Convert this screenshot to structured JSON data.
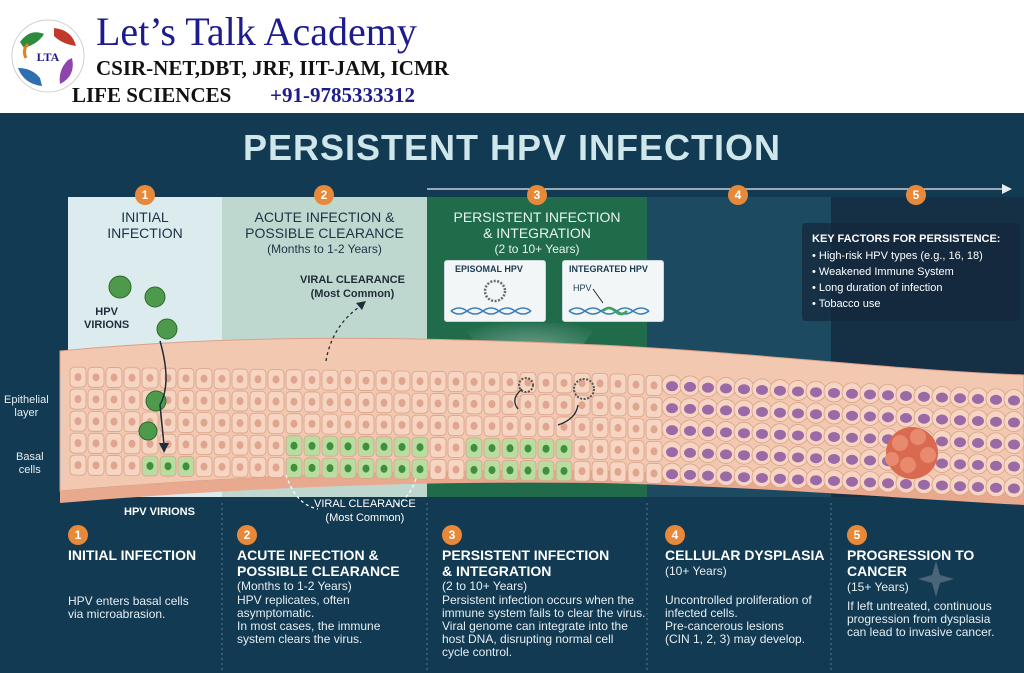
{
  "banner": {
    "academy": "Let’s Talk Academy",
    "exams": "CSIR-NET,DBT, JRF, IIT-JAM, ICMR",
    "life_sciences": "LIFE SCIENCES",
    "phone": "+91-9785333312",
    "logo_text": "LTA"
  },
  "title": "PERSISTENT HPV INFECTION",
  "steps": [
    {
      "num": "1",
      "top_title": "INITIAL\nINFECTION",
      "top_sub": "",
      "bottom_title": "INITIAL INFECTION",
      "bottom_sub": "",
      "bottom_text": "HPV enters basal cells\nvia microabrasion."
    },
    {
      "num": "2",
      "top_title": "ACUTE INFECTION &\nPOSSIBLE CLEARANCE",
      "top_sub": "(Months to 1-2 Years)",
      "bottom_title": "ACUTE INFECTION &\nPOSSIBLE CLEARANCE",
      "bottom_sub": "(Months to 1-2 Years)",
      "bottom_text": "HPV replicates, often\nasymptomatic.\nIn most cases, the immune\nsystem clears the virus."
    },
    {
      "num": "3",
      "top_title": "PERSISTENT INFECTION\n& INTEGRATION",
      "top_sub": "(2 to 10+ Years)",
      "bottom_title": "PERSISTENT INFECTION\n& INTEGRATION",
      "bottom_sub": "(2 to 10+ Years)",
      "bottom_text": "Persistent infection occurs when the\nimmune system fails to clear the virus.\nViral genome can integrate into the\nhost DNA, disrupting normal cell\ncycle control."
    },
    {
      "num": "4",
      "top_title": "",
      "top_sub": "",
      "bottom_title": "CELLULAR DYSPLASIA",
      "bottom_sub": "(10+ Years)",
      "bottom_text": "Uncontrolled proliferation of\ninfected cells.\nPre-cancerous lesions\n(CIN 1, 2, 3) may develop."
    },
    {
      "num": "5",
      "top_title": "",
      "top_sub": "",
      "bottom_title": "PROGRESSION TO\nCANCER",
      "bottom_sub": "(15+ Years)",
      "bottom_text": "If left untreated, continuous\nprogression from dysplasia\ncan lead to invasive cancer."
    }
  ],
  "key_factors": {
    "heading": "KEY FACTORS FOR PERSISTENCE:",
    "items": [
      "• High-risk HPV types (e.g., 16, 18)",
      "• Weakened Immune System",
      "• Long duration of infection",
      "• Tobacco use"
    ]
  },
  "labels": {
    "hpv_virions_top": "HPV\nVIRIONS",
    "hpv_virions_bottom": "HPV VIRIONS",
    "viral_clearance_top": "VIRAL CLEARANCE\n(Most Common)",
    "viral_clearance_bottom": "VIRAL CLEARANCE\n(Most Common)",
    "epithelial_layer": "Epithelial\nlayer",
    "basal_cells": "Basal\ncells",
    "episomal_hpv": "EPISOMAL HPV",
    "integrated_hpv": "INTEGRATED HPV",
    "hpv": "HPV"
  },
  "colors": {
    "background": "#123a52",
    "step_badge": "#e8893a",
    "tissue": "#f2c9b0",
    "infected_cell": "#8fc46a",
    "dysplasia_nucleus": "#9b6aa6"
  }
}
